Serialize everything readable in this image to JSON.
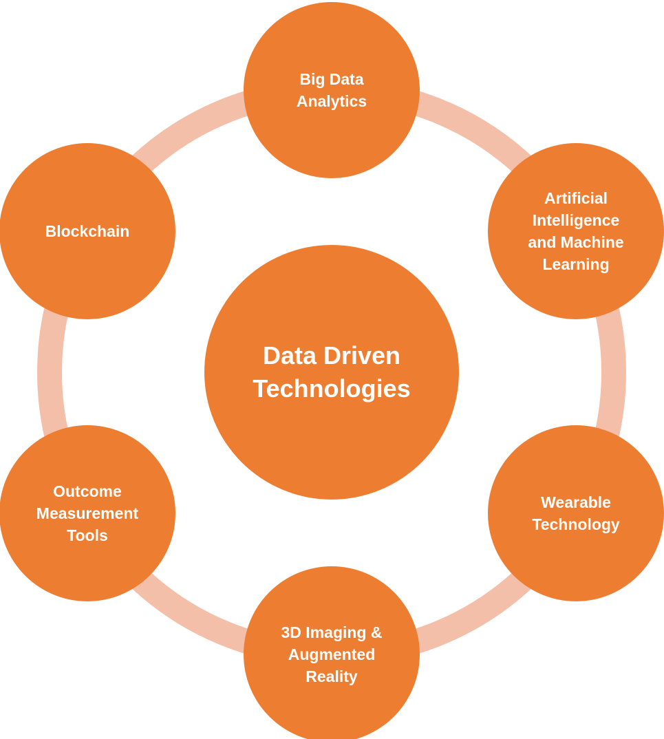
{
  "colors": {
    "node_fill": "#ED7D31",
    "ring_fill": "#F4BFA9",
    "text": "#FFFFFF",
    "background": "#FFFFFF"
  },
  "diagram": {
    "center": {
      "label": "Data Driven\nTechnologies"
    },
    "satellites": [
      {
        "label": "Big Data\nAnalytics"
      },
      {
        "label": "Artificial\nIntelligence\nand Machine\nLearning"
      },
      {
        "label": "Wearable\nTechnology"
      },
      {
        "label": "3D Imaging &\nAugmented\nReality"
      },
      {
        "label": "Outcome\nMeasurement\nTools"
      },
      {
        "label": "Blockchain"
      }
    ]
  }
}
